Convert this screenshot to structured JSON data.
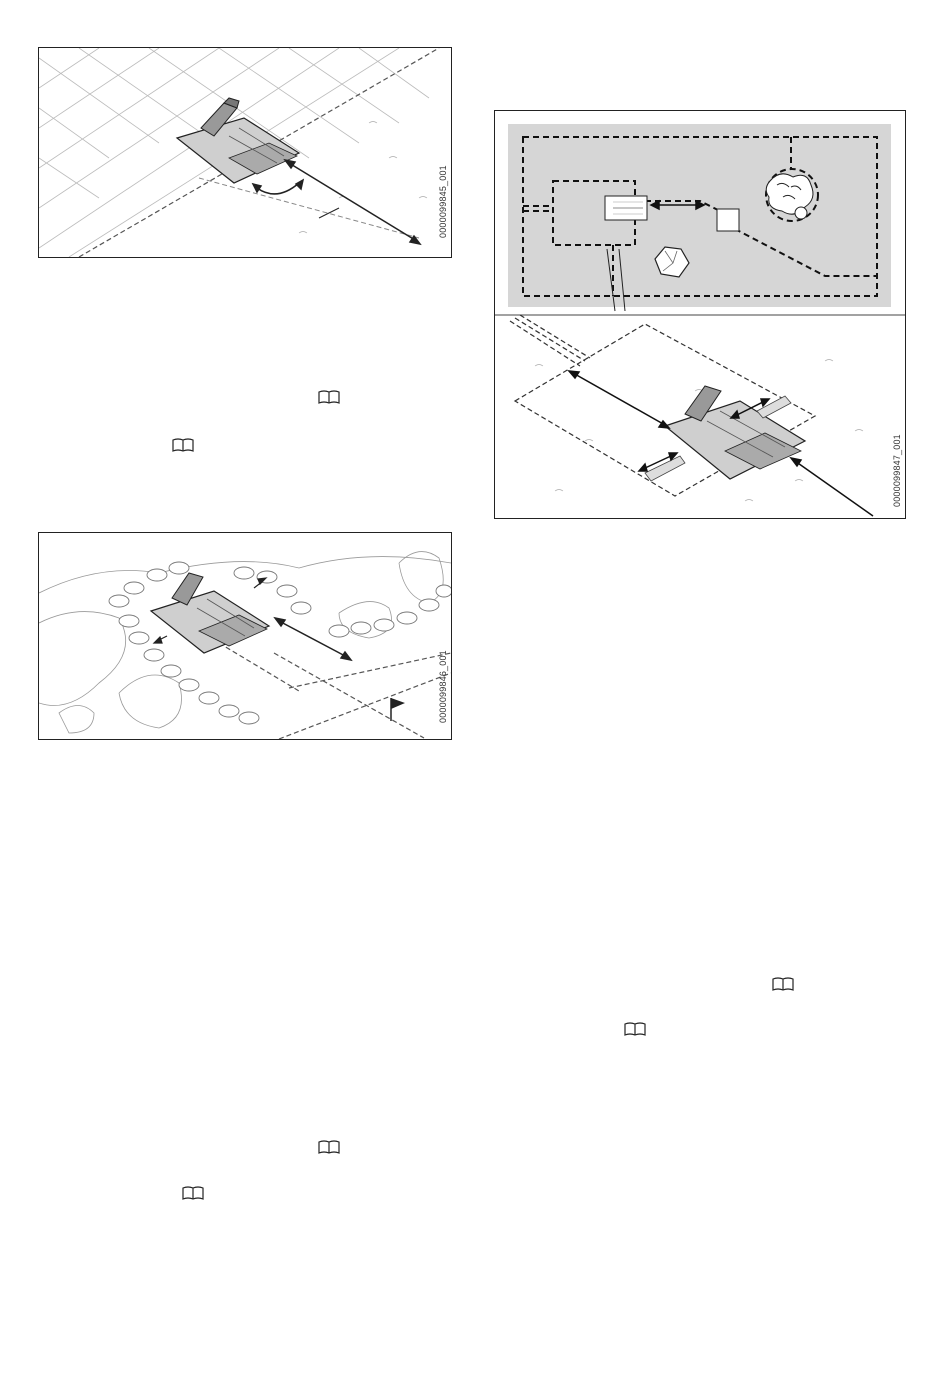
{
  "figures": {
    "fig1": {
      "code": "0000099845_001"
    },
    "fig2": {
      "code": "0000099846_001"
    },
    "fig3": {
      "code": "0000099847_001"
    }
  },
  "icons": {
    "manual_reference": "book-icon"
  },
  "colors": {
    "line": "#222222",
    "lawn_area": "#d6d6d6",
    "dock_fill": "#bcbcbc"
  }
}
